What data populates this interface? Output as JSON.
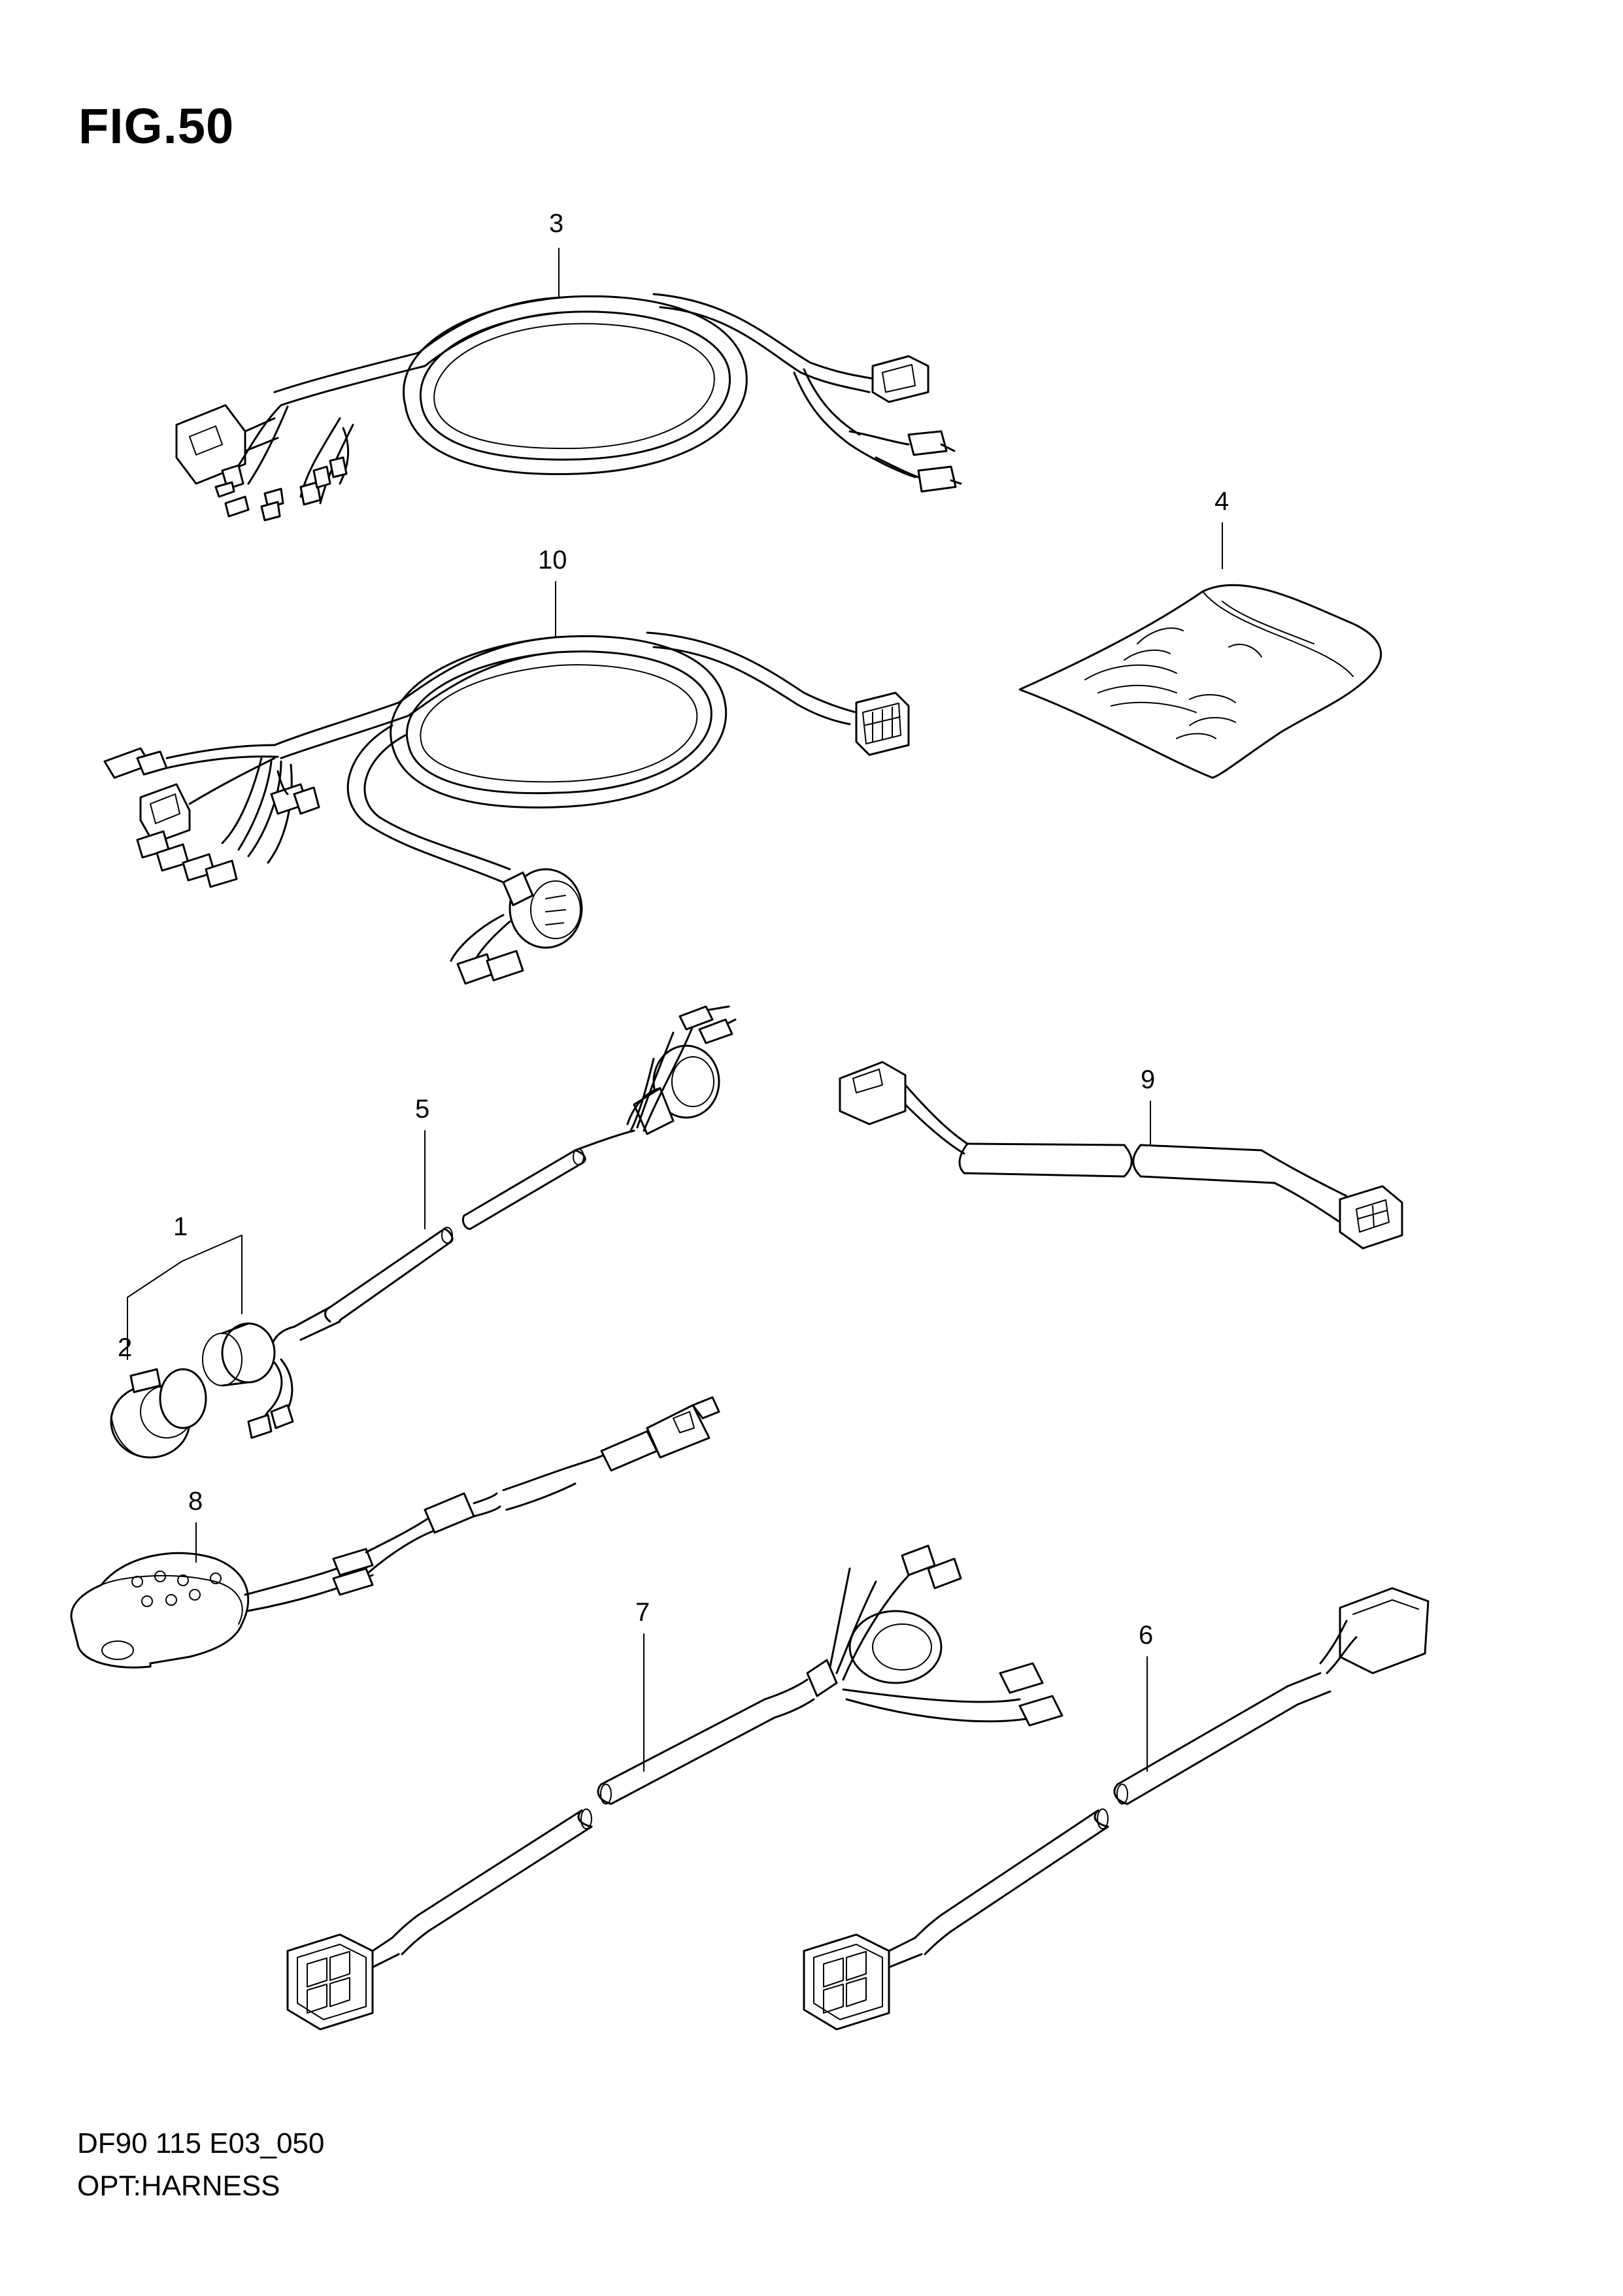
{
  "figure": {
    "title": "FIG.50",
    "code": "DF90 115 E03_050",
    "name": "OPT:HARNESS"
  },
  "callouts": [
    {
      "id": "part-1",
      "label": "1"
    },
    {
      "id": "part-2",
      "label": "2"
    },
    {
      "id": "part-3",
      "label": "3"
    },
    {
      "id": "part-4",
      "label": "4"
    },
    {
      "id": "part-5",
      "label": "5"
    },
    {
      "id": "part-6",
      "label": "6"
    },
    {
      "id": "part-7",
      "label": "7"
    },
    {
      "id": "part-8",
      "label": "8"
    },
    {
      "id": "part-9",
      "label": "9"
    },
    {
      "id": "part-10",
      "label": "10"
    }
  ],
  "colors": {
    "line": "#000000",
    "background": "#ffffff"
  }
}
